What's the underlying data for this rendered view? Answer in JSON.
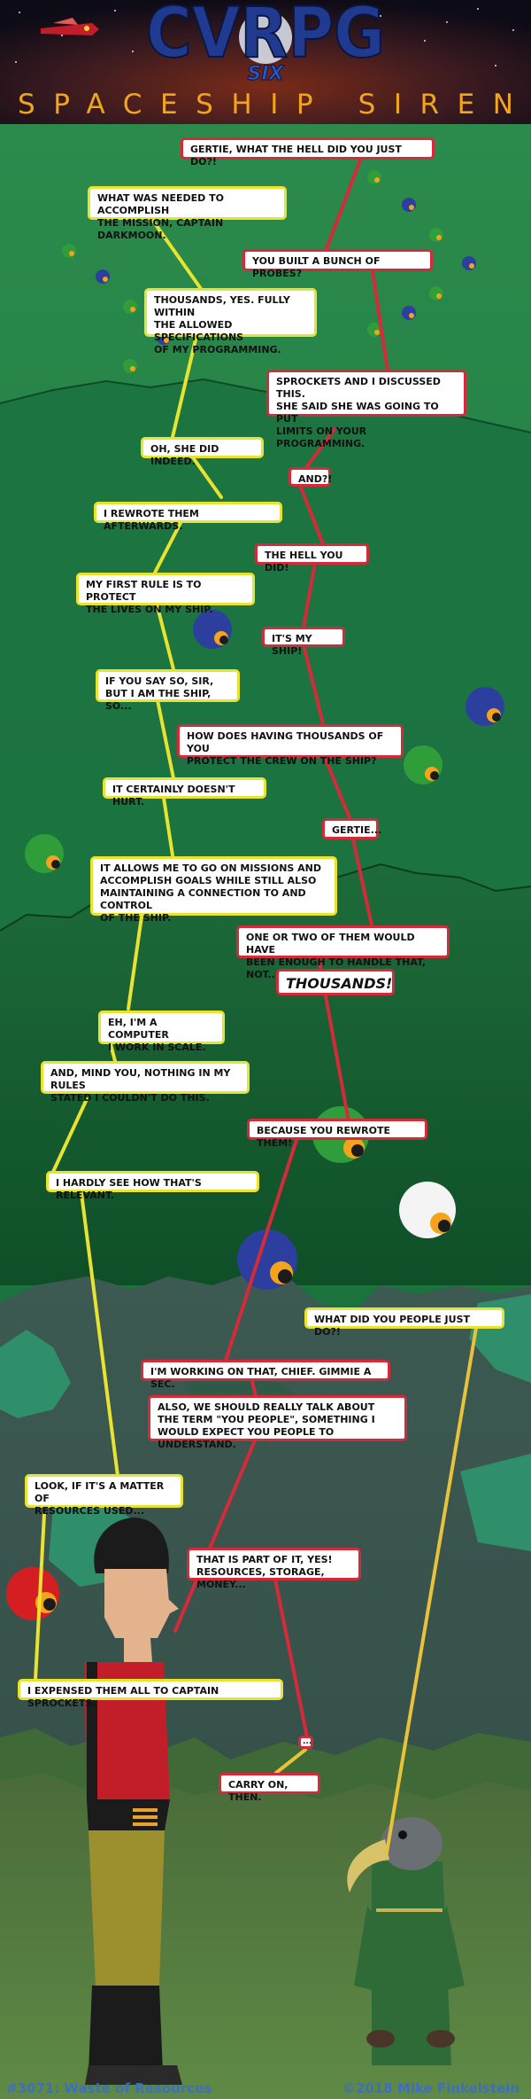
{
  "header": {
    "logo_text": "CVRPG",
    "subtitle_badge": "SIX",
    "title": "SPACESHIP SIREN"
  },
  "footer": {
    "issue": "#3071: Waste of Resources",
    "copyright": "©2018 Mike Finkelstein"
  },
  "dialogue": [
    {
      "speaker": "darkmoon",
      "text": "GERTIE, WHAT THE HELL DID YOU JUST DO?!"
    },
    {
      "speaker": "gertie",
      "text": "WHAT WAS NEEDED TO ACCOMPLISH\nTHE MISSION, CAPTAIN DARKMOON."
    },
    {
      "speaker": "darkmoon",
      "text": "YOU BUILT A BUNCH OF PROBES?"
    },
    {
      "speaker": "gertie",
      "text": "THOUSANDS, YES. FULLY WITHIN\nTHE ALLOWED SPECIFICATIONS\nOF MY PROGRAMMING."
    },
    {
      "speaker": "darkmoon",
      "text": "SPROCKETS AND I DISCUSSED THIS.\nSHE SAID SHE WAS GOING TO PUT\nLIMITS ON YOUR PROGRAMMING."
    },
    {
      "speaker": "gertie",
      "text": "OH, SHE DID INDEED."
    },
    {
      "speaker": "darkmoon",
      "text": "AND?!"
    },
    {
      "speaker": "gertie",
      "text": "I REWROTE THEM AFTERWARDS."
    },
    {
      "speaker": "darkmoon",
      "text": "THE HELL YOU DID!"
    },
    {
      "speaker": "gertie",
      "text": "MY FIRST RULE IS TO PROTECT\nTHE LIVES ON MY SHIP."
    },
    {
      "speaker": "darkmoon",
      "text": "IT'S MY SHIP!"
    },
    {
      "speaker": "gertie",
      "text": "IF YOU SAY SO, SIR,\nBUT I AM THE SHIP, SO..."
    },
    {
      "speaker": "darkmoon",
      "text": "HOW DOES HAVING THOUSANDS OF YOU\nPROTECT THE CREW ON THE SHIP?"
    },
    {
      "speaker": "gertie",
      "text": "IT CERTAINLY DOESN'T HURT."
    },
    {
      "speaker": "darkmoon",
      "text": "GERTIE..."
    },
    {
      "speaker": "gertie",
      "text": "IT ALLOWS ME TO GO ON MISSIONS AND\nACCOMPLISH GOALS WHILE STILL ALSO\nMAINTAINING A CONNECTION TO AND CONTROL\nOF THE SHIP."
    },
    {
      "speaker": "darkmoon",
      "text": "ONE OR TWO OF THEM WOULD HAVE\nBEEN ENOUGH TO HANDLE THAT, NOT..."
    },
    {
      "speaker": "darkmoon",
      "text": "THOUSANDS!"
    },
    {
      "speaker": "gertie",
      "text": "EH, I'M A COMPUTER\nI WORK IN SCALE."
    },
    {
      "speaker": "gertie",
      "text": "AND, MIND YOU, NOTHING IN MY RULES\nSTATED I COULDN'T DO THIS."
    },
    {
      "speaker": "darkmoon",
      "text": "BECAUSE YOU REWROTE THEM!"
    },
    {
      "speaker": "gertie",
      "text": "I HARDLY SEE HOW THAT'S RELEVANT."
    },
    {
      "speaker": "chief",
      "text": "WHAT DID YOU PEOPLE JUST DO?!"
    },
    {
      "speaker": "darkmoon",
      "text": "I'M WORKING ON THAT, CHIEF. GIMMIE A SEC."
    },
    {
      "speaker": "darkmoon",
      "text": "ALSO, WE SHOULD REALLY TALK ABOUT\nTHE TERM \"YOU PEOPLE\", SOMETHING I\nWOULD EXPECT YOU PEOPLE TO UNDERSTAND."
    },
    {
      "speaker": "gertie",
      "text": "LOOK, IF IT'S A MATTER OF\nRESOURCES USED..."
    },
    {
      "speaker": "darkmoon",
      "text": "THAT IS PART OF IT, YES!\nRESOURCES, STORAGE, MONEY..."
    },
    {
      "speaker": "gertie",
      "text": "I EXPENSED THEM ALL TO CAPTAIN SPROCKETS."
    },
    {
      "speaker": "darkmoon",
      "text": "..."
    },
    {
      "speaker": "chief",
      "text": "CARRY ON, THEN."
    }
  ],
  "colors": {
    "gertie_bubble": "#e8e230",
    "crew_bubble": "#d42a3a",
    "probe_green": "#2f9e3a",
    "probe_blue": "#2c3f9e",
    "probe_white": "#f4f4f4",
    "probe_red": "#d41e22",
    "background_green": "#1f7a42",
    "footer_text": "#3e6fbe"
  }
}
